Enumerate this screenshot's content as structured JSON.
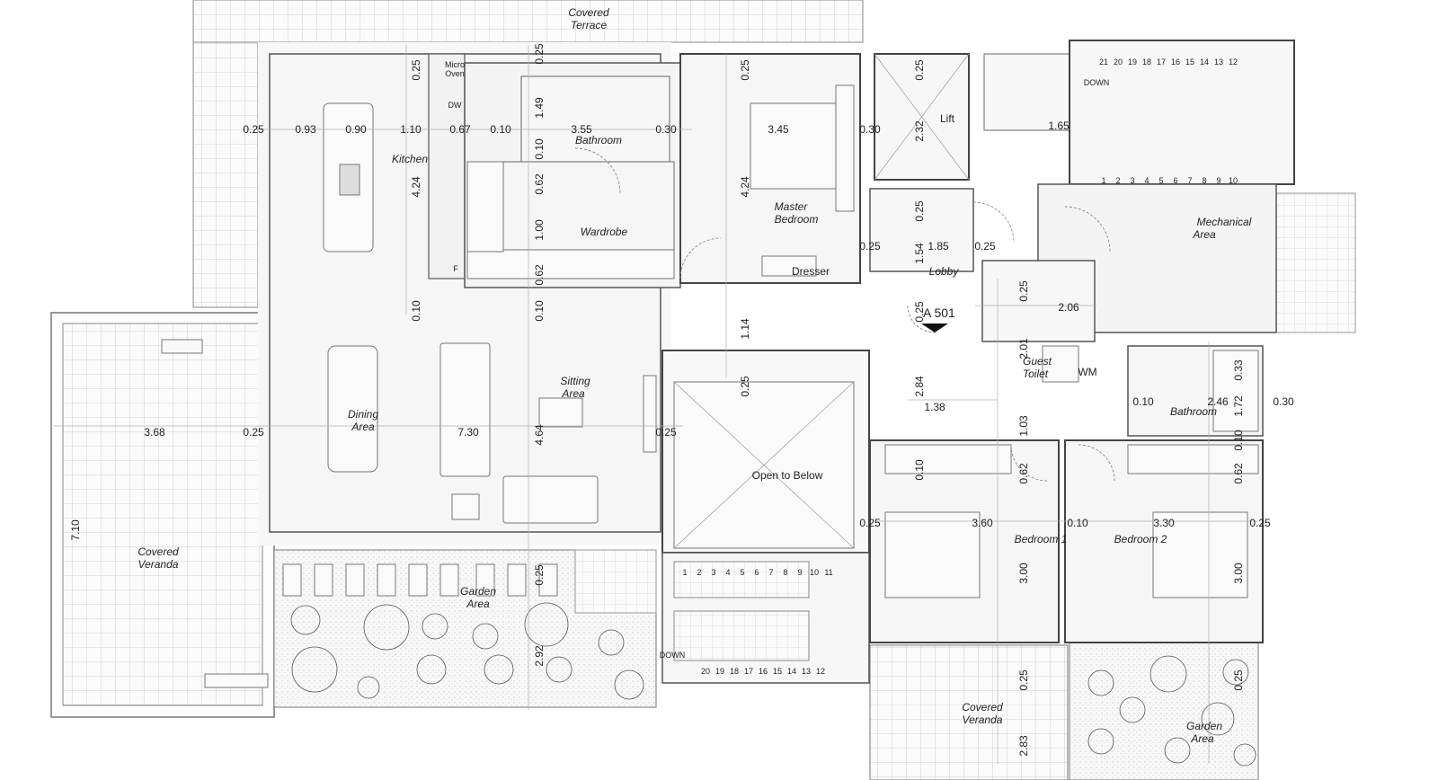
{
  "rooms": {
    "covered_terrace": [
      "Covered",
      "Terrace"
    ],
    "kitchen": "Kitchen",
    "bathroom_top": "Bathroom",
    "wardrobe": "Wardrobe",
    "master_bedroom": [
      "Master",
      "Bedroom"
    ],
    "dresser": "Dresser",
    "lift": "Lift",
    "mechanical_area": [
      "Mechanical",
      "Area"
    ],
    "lobby": "Lobby",
    "guest_toilet": [
      "Guest",
      "Toilet"
    ],
    "wm": "WM",
    "bathroom_right": "Bathroom",
    "dining_area": [
      "Dining",
      "Area"
    ],
    "sitting_area": [
      "Sitting",
      "Area"
    ],
    "open_to_below": "Open to Below",
    "covered_veranda_left": [
      "Covered",
      "Veranda"
    ],
    "garden_area_left": [
      "Garden",
      "Area"
    ],
    "bedroom_1": "Bedroom 1",
    "bedroom_2": "Bedroom 2",
    "covered_veranda_bottom": [
      "Covered",
      "Veranda"
    ],
    "garden_area_right": [
      "Garden",
      "Area"
    ]
  },
  "labels": {
    "micro_oven": [
      "Micro",
      "Oven"
    ],
    "dw": "DW",
    "f": "F",
    "down_top": "DOWN",
    "down_bottom": "DOWN",
    "section_tag": "A 501"
  },
  "dimensions": {
    "d_025_a": "0.25",
    "d_093": "0.93",
    "d_090": "0.90",
    "d_110": "1.10",
    "d_067": "0.67",
    "d_010_a": "0.10",
    "d_355": "3.55",
    "d_030_a": "0.30",
    "d_345": "3.45",
    "d_030_b": "0.30",
    "d_165": "1.65",
    "d_025_top1": "0.25",
    "d_025_top2": "0.25",
    "d_025_top3": "0.25",
    "d_025_top4": "0.25",
    "d_149": "1.49",
    "d_010_b": "0.10",
    "d_062_a": "0.62",
    "d_100": "1.00",
    "d_062_b": "0.62",
    "d_010_c": "0.10",
    "d_424_a": "4.24",
    "d_424_b": "4.24",
    "d_010_d": "0.10",
    "d_232": "2.32",
    "d_025_l1": "0.25",
    "d_154": "1.54",
    "d_185": "1.85",
    "d_025_l2": "0.25",
    "d_025_l3": "0.25",
    "d_025_l4": "0.25",
    "d_206": "2.06",
    "d_025_l5": "0.25",
    "d_201": "2.01",
    "d_114": "1.14",
    "d_025_os": "0.25",
    "d_284": "2.84",
    "d_138": "1.38",
    "d_103": "1.03",
    "d_033": "0.33",
    "d_010_e": "0.10",
    "d_246": "2.46",
    "d_172": "1.72",
    "d_030_c": "0.30",
    "d_010_f": "0.10",
    "d_368": "3.68",
    "d_025_v": "0.25",
    "d_730": "7.30",
    "d_464": "4.64",
    "d_025_s": "0.25",
    "d_010_g": "0.10",
    "d_062_c": "0.62",
    "d_062_d": "0.62",
    "d_025_ob": "0.25",
    "d_360": "3.60",
    "d_010_h": "0.10",
    "d_330": "3.30",
    "d_025_b2": "0.25",
    "d_300_a": "3.00",
    "d_300_b": "3.00",
    "d_710": "7.10",
    "d_025_g": "0.25",
    "d_292": "2.92",
    "d_025_cv": "0.25",
    "d_283": "2.83",
    "d_025_gr": "0.25"
  },
  "stairs_top": [
    "21",
    "20",
    "19",
    "18",
    "17",
    "16",
    "15",
    "14",
    "13",
    "12",
    "1",
    "2",
    "3",
    "4",
    "5",
    "6",
    "7",
    "8",
    "9",
    "10"
  ],
  "stairs_bottom": [
    "1",
    "2",
    "3",
    "4",
    "5",
    "6",
    "7",
    "8",
    "9",
    "10",
    "11",
    "20",
    "19",
    "18",
    "17",
    "16",
    "15",
    "14",
    "13",
    "12"
  ]
}
